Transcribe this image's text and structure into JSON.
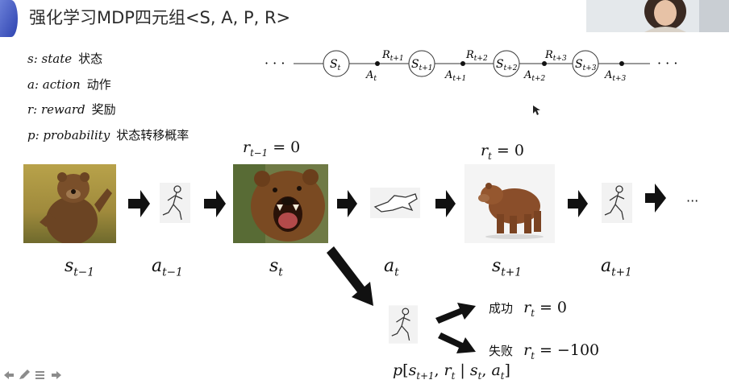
{
  "slide": {
    "title": "强化学习MDP四元组<S, A, P, R>"
  },
  "legend": [
    {
      "var": "s: state",
      "zh": "状态"
    },
    {
      "var": "a: action",
      "zh": "动作"
    },
    {
      "var": "r: reward",
      "zh": "奖励"
    },
    {
      "var": "p: probability",
      "zh": "状态转移概率"
    }
  ],
  "chain": {
    "ellipsis": "· · ·",
    "states": [
      "S",
      "S",
      "S",
      "S"
    ],
    "state_subs": [
      "t",
      "t+1",
      "t+2",
      "t+3"
    ],
    "actions": [
      "A",
      "A",
      "A",
      "A"
    ],
    "action_subs": [
      "t",
      "t+1",
      "t+2",
      "t+3"
    ],
    "rewards": [
      "R",
      "R",
      "R"
    ],
    "reward_subs": [
      "t+1",
      "t+2",
      "t+3"
    ]
  },
  "rewards_above": {
    "r_tm1": {
      "sym": "r",
      "sub": "t−1",
      "eq": " = 0"
    },
    "r_t": {
      "sym": "r",
      "sub": "t",
      "eq": " = 0"
    }
  },
  "sequence_labels": [
    {
      "sym": "s",
      "sub": "t−1"
    },
    {
      "sym": "a",
      "sub": "t−1"
    },
    {
      "sym": "s",
      "sub": "t"
    },
    {
      "sym": "a",
      "sub": "t"
    },
    {
      "sym": "s",
      "sub": "t+1"
    },
    {
      "sym": "a",
      "sub": "t+1"
    }
  ],
  "trailing_ellipsis": "···",
  "outcomes": {
    "success_zh": "成功",
    "success_sym": "r",
    "success_sub": "t",
    "success_val": " = 0",
    "fail_zh": "失败",
    "fail_sym": "r",
    "fail_sub": "t",
    "fail_val": " = −100"
  },
  "transition": {
    "p": "p",
    "open": "[",
    "s": "s",
    "s_sub": "t+1",
    "comma": ", ",
    "r": "r",
    "r_sub": "t",
    "bar": " | ",
    "s2": "s",
    "s2_sub": "t",
    "comma2": ", ",
    "a": "a",
    "a_sub": "t",
    "close": "]"
  },
  "colors": {
    "title_accent": "#3f51b5",
    "arrow": "#111111",
    "text": "#111111"
  },
  "icons": [
    "pen-icon",
    "arrow-left-icon",
    "arrow-right-icon",
    "menu-icon",
    "cursor-icon"
  ]
}
